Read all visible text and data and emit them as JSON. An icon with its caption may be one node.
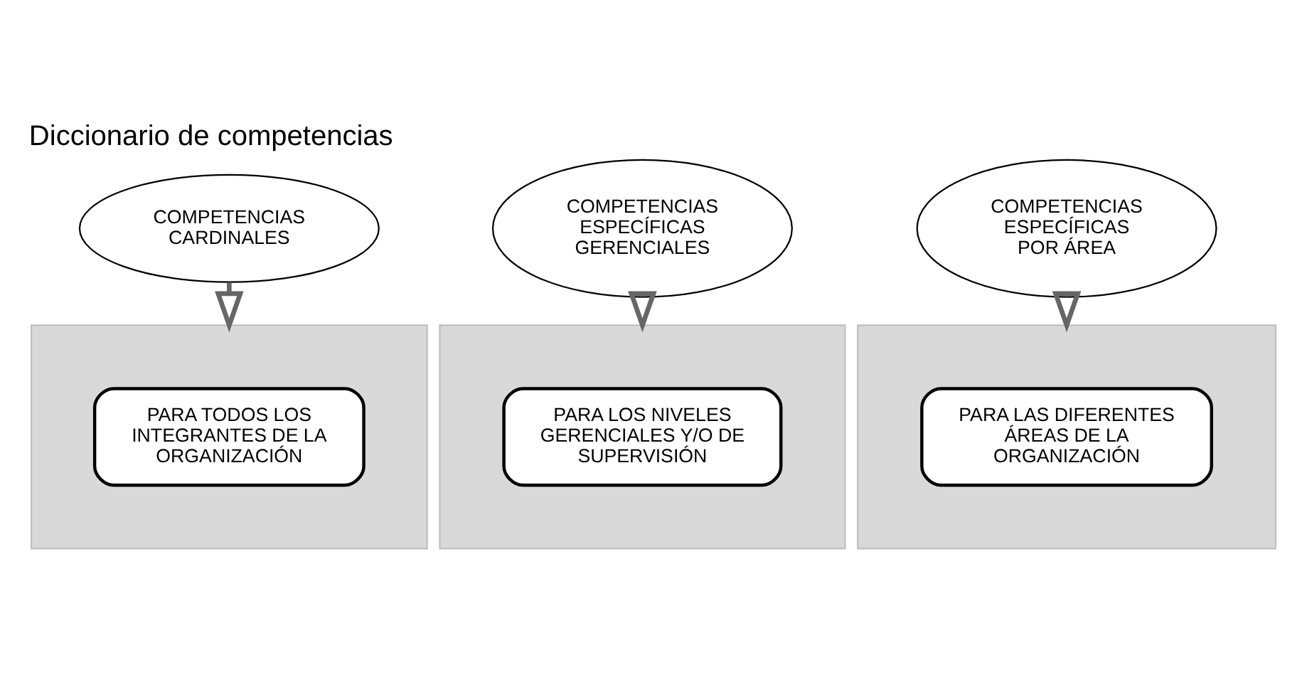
{
  "diagram": {
    "title": "Diccionario de competencias",
    "nodes": [
      {
        "text": [
          "COMPETENCIAS CARDINALES"
        ]
      },
      {
        "text": [
          "COMPETENCIAS ESPECÍFICAS GERENCIALES"
        ]
      },
      {
        "text": [
          "COMPETENCIAS ESPECÍFICAS POR ÁREA"
        ]
      },
      {
        "text": [],
        "shape": "box"
      },
      {
        "text": [
          "PARA TODOS LOS INTEGRANTES DE LA ORGANIZACIÓN"
        ],
        "in": 3
      },
      {
        "text": [],
        "shape": "box"
      },
      {
        "text": [
          "PARA LOS NIVELES GERENCIALES Y/O DE SUPERVISIÓN"
        ],
        "in": 5
      },
      {
        "text": [],
        "shape": "box"
      },
      {
        "text": [
          "PARA LAS DIFERENTES ÁREAS DE LA ORGANIZACIÓN"
        ],
        "in": 7
      }
    ],
    "edges": [
      {
        "from": 0,
        "to": 3,
        "arrow": "to"
      },
      {
        "from": 1,
        "to": 5,
        "arrow": "to"
      },
      {
        "from": 2,
        "to": 7,
        "arrow": "to"
      }
    ]
  }
}
